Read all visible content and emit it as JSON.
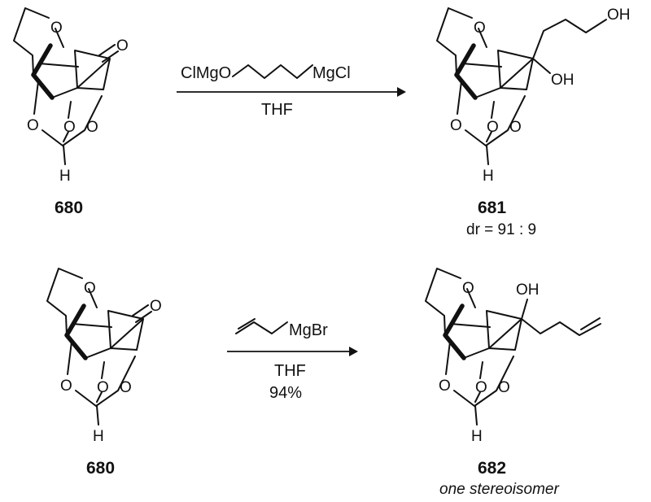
{
  "reactions": [
    {
      "starting_material": {
        "label": "680",
        "atoms": {
          "o_top": "O",
          "o_ketone": "O",
          "o_left": "O",
          "o_mid": "O",
          "o_right": "O",
          "h": "H"
        }
      },
      "reagent": {
        "left": "ClMgO",
        "right": "MgCl",
        "condition": "THF",
        "yield": ""
      },
      "product": {
        "label": "681",
        "note": "dr = 91 : 9",
        "atoms": {
          "o_top": "O",
          "oh_chain": "OH",
          "oh_carbinol": "OH",
          "o_left": "O",
          "o_mid": "O",
          "o_right": "O",
          "h": "H"
        }
      }
    },
    {
      "starting_material": {
        "label": "680",
        "atoms": {
          "o_top": "O",
          "o_ketone": "O",
          "o_left": "O",
          "o_mid": "O",
          "o_right": "O",
          "h": "H"
        }
      },
      "reagent": {
        "left": "",
        "right": "MgBr",
        "condition": "THF",
        "yield": "94%"
      },
      "product": {
        "label": "682",
        "note": "one stereoisomer",
        "atoms": {
          "o_top": "O",
          "oh_carbinol": "OH",
          "o_left": "O",
          "o_mid": "O",
          "o_right": "O",
          "h": "H"
        }
      }
    }
  ]
}
